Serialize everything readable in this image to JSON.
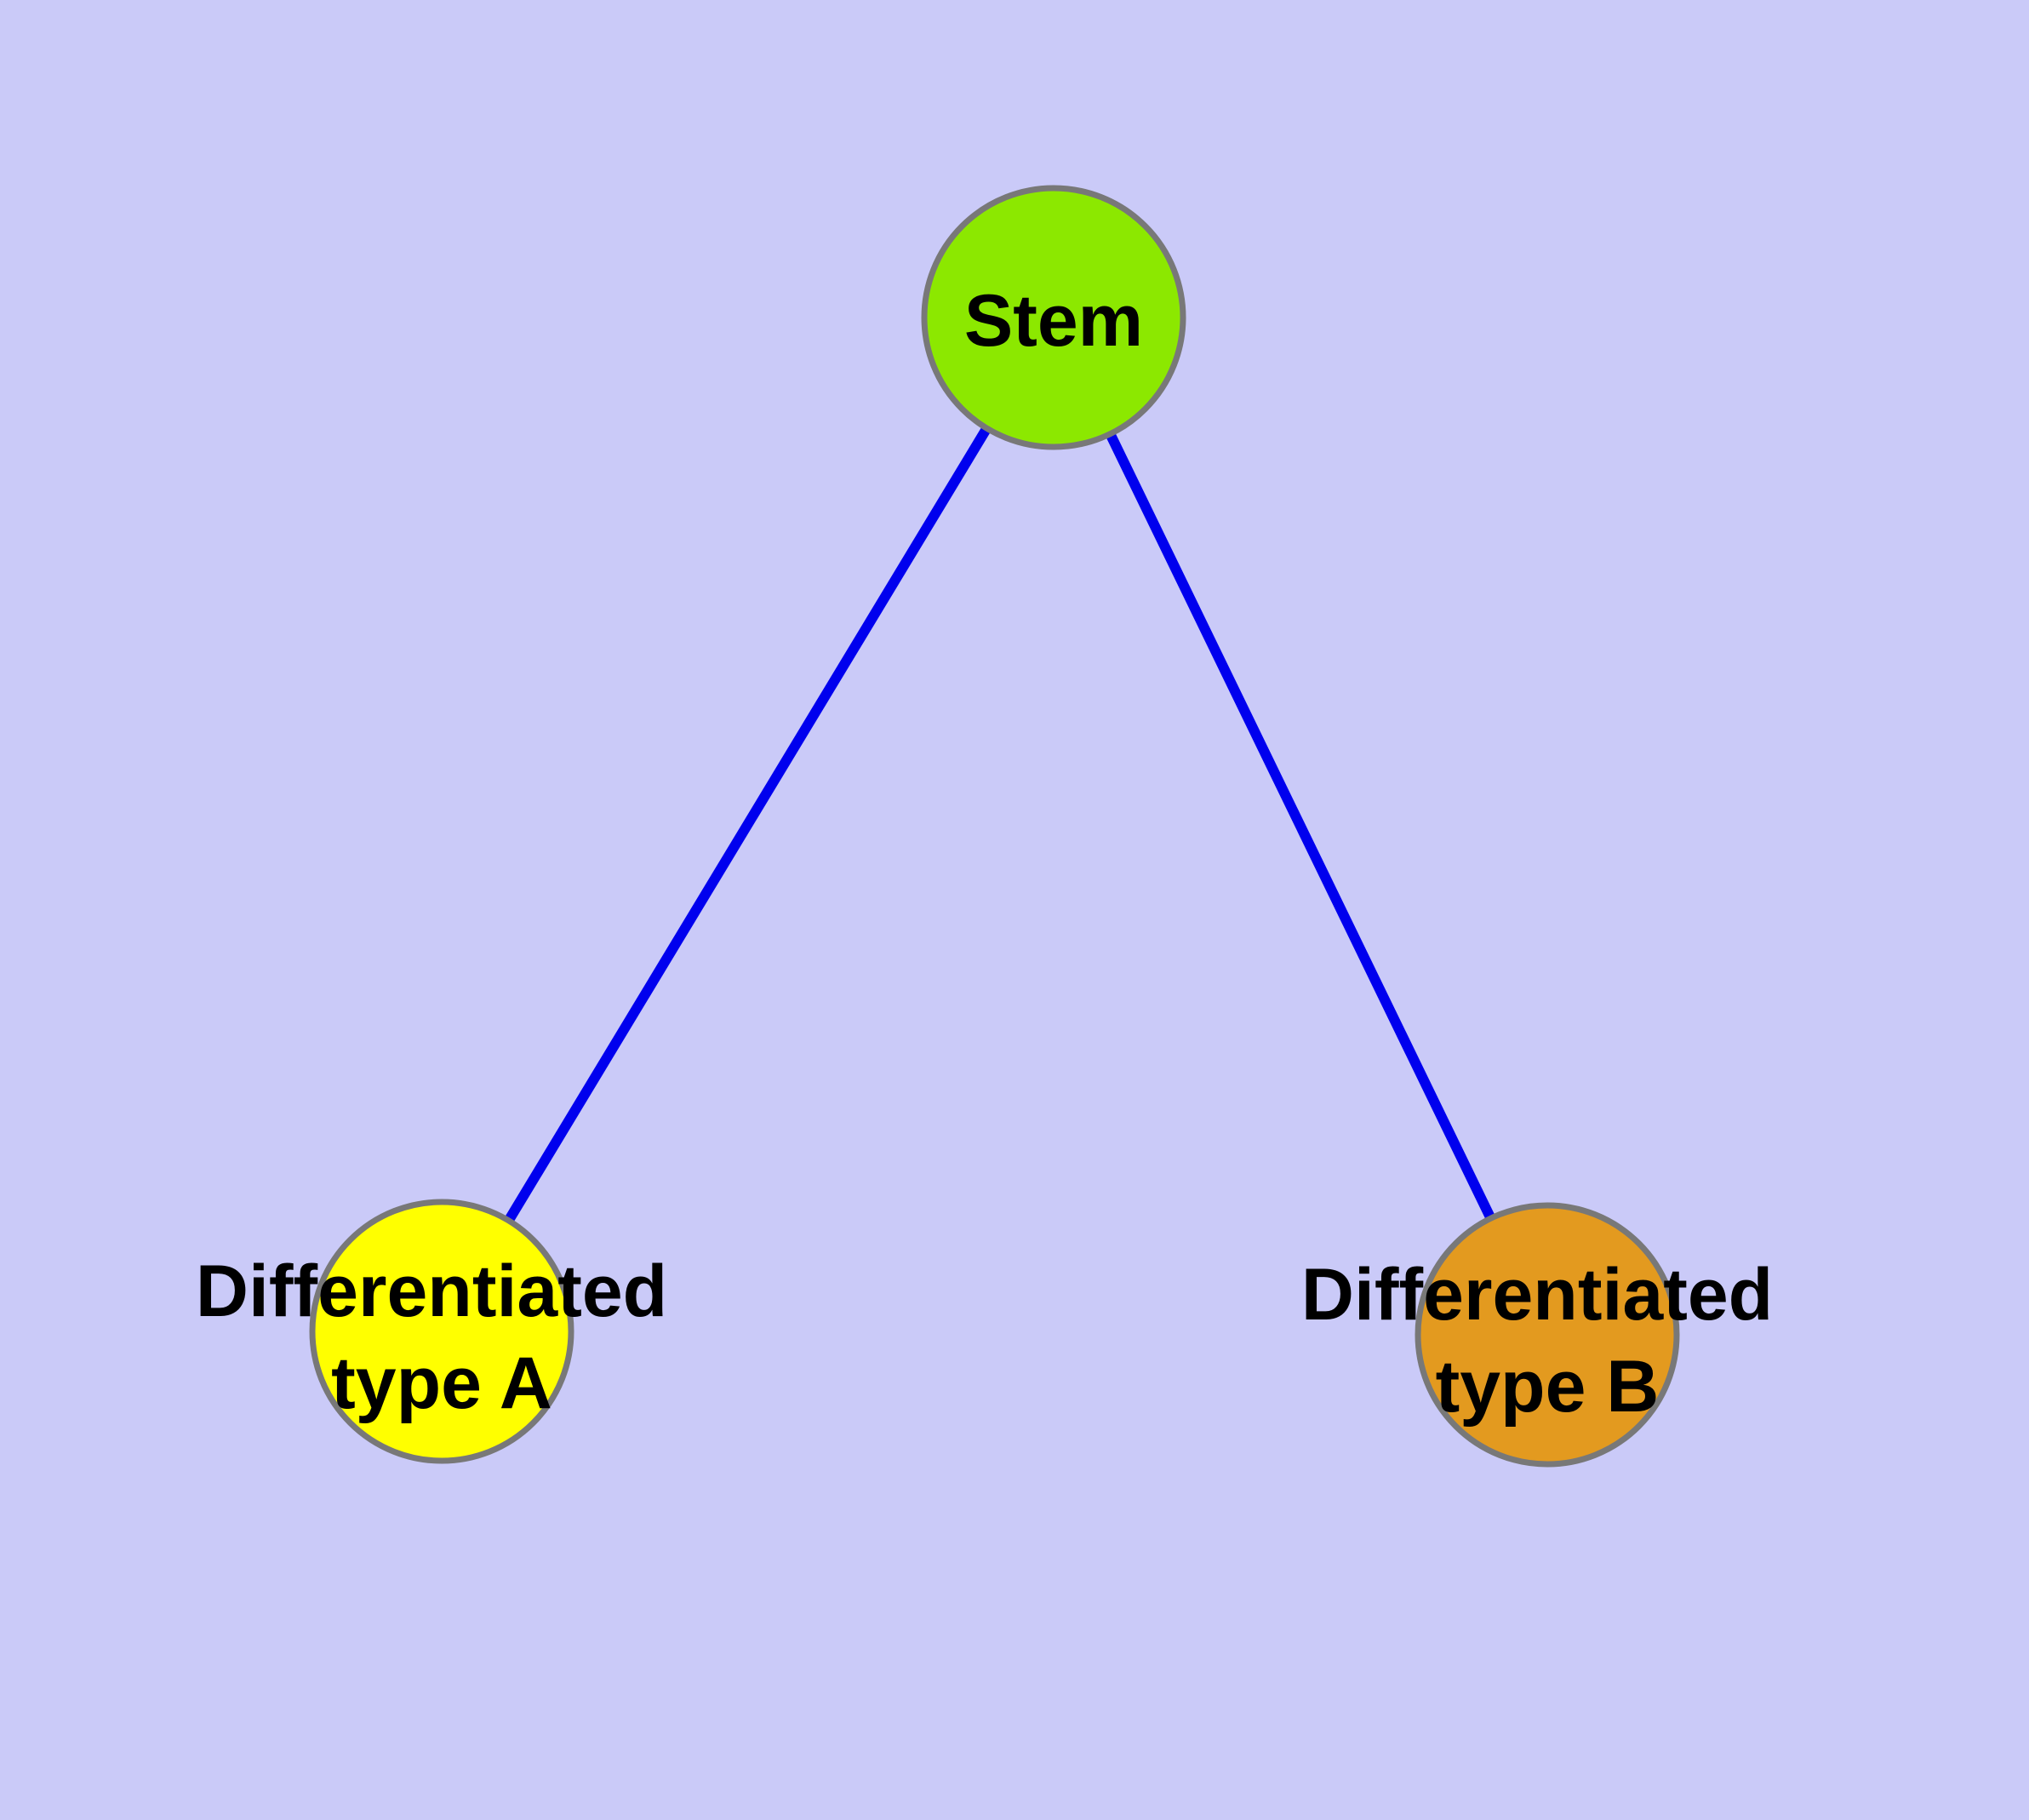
{
  "canvas": {
    "background_color": "#cacaf8"
  },
  "diagram": {
    "description": "Cell differentiation graph: a stem node connected to two differentiated type nodes",
    "nodes": [
      {
        "id": "stem",
        "label": "Stem",
        "fill": "#8ce800",
        "border_color": "#787878"
      },
      {
        "id": "differentiated-type-a",
        "label_line1": "Differentiated",
        "label_line2": "type A",
        "fill": "#ffff00",
        "border_color": "#787878"
      },
      {
        "id": "differentiated-type-b",
        "label_line1": "Differentiated",
        "label_line2": "type B",
        "fill": "#e39a1f",
        "border_color": "#787878"
      }
    ],
    "edges": [
      {
        "from": "stem",
        "to": "differentiated-type-a",
        "color": "#0000ee"
      },
      {
        "from": "stem",
        "to": "differentiated-type-b",
        "color": "#0000ee"
      }
    ]
  }
}
